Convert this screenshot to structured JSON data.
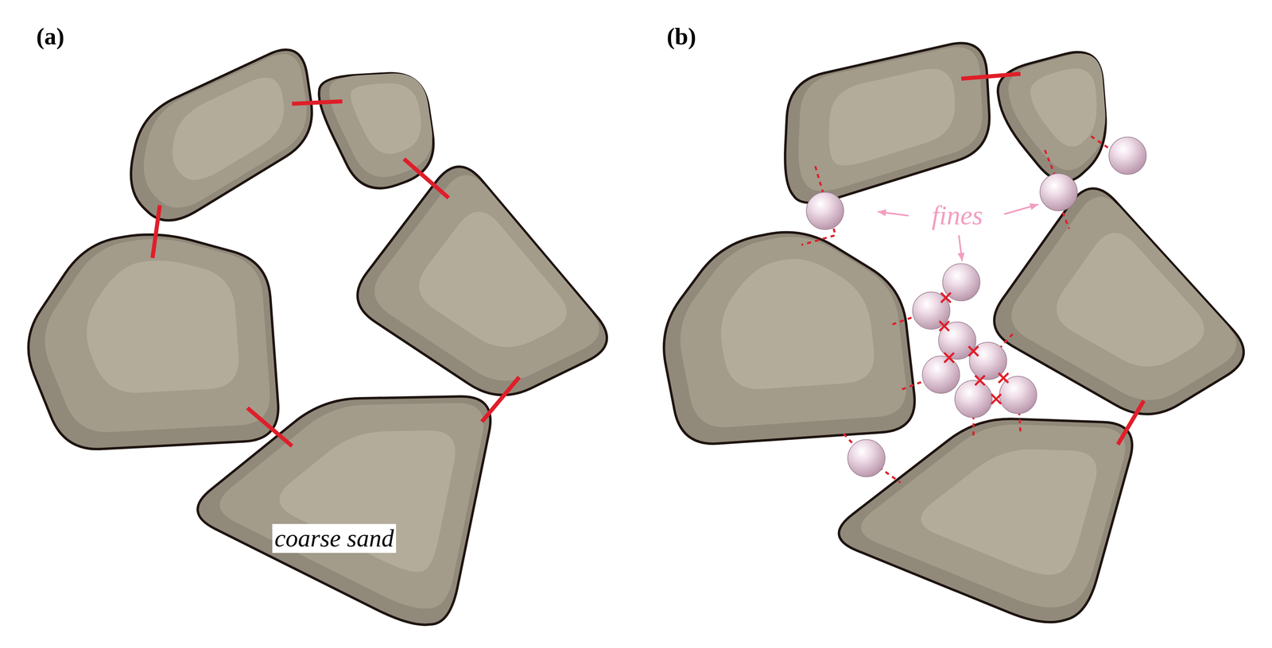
{
  "diagram": {
    "labels": [
      "(a)",
      "(b)",
      "coarse sand",
      "fines"
    ]
  }
}
